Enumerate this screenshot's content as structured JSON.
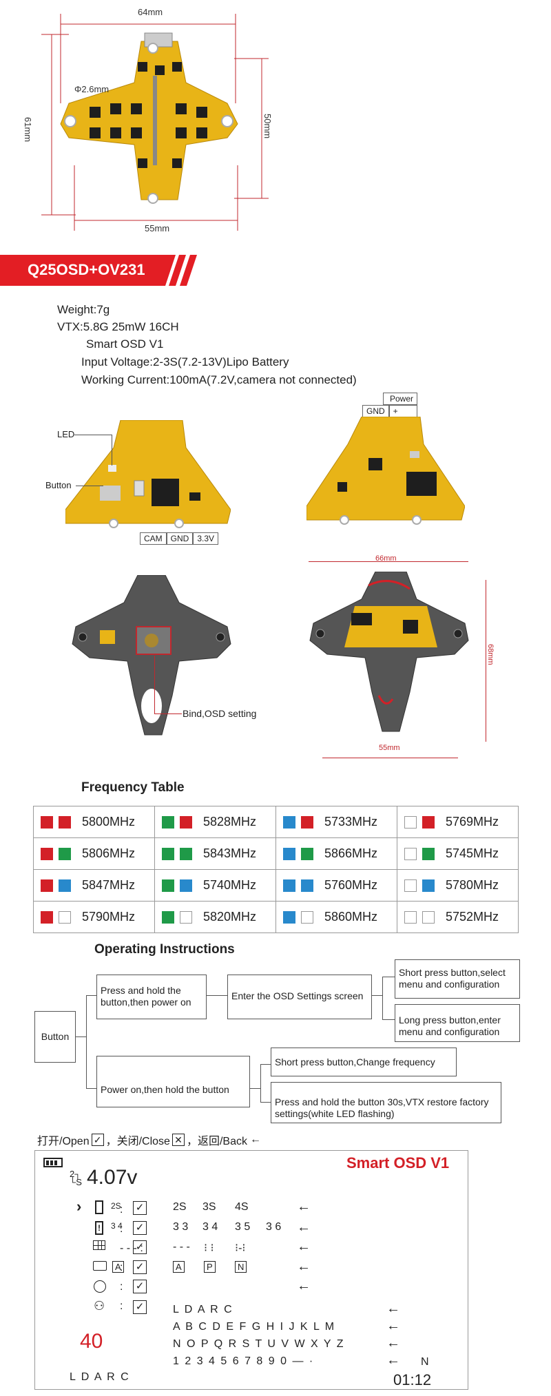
{
  "dimensions_top": {
    "width": "64mm",
    "hole": "Φ2.6mm",
    "height_left": "61mm",
    "height_right": "50mm",
    "bottom": "55mm"
  },
  "banner": {
    "title": "Q25OSD+OV231",
    "color": "#e31e24"
  },
  "specs": {
    "weight": "Weight:7g",
    "vtx": "VTX:5.8G 25mW 16CH",
    "osd": "Smart OSD V1",
    "voltage": "Input Voltage:2-3S(7.2-13V)Lipo Battery",
    "current": "Working Current:100mA(7.2V,camera not connected)"
  },
  "board_labels": {
    "led": "LED",
    "button": "Button",
    "cam": "CAM",
    "gnd": "GND",
    "v33": "3.3V",
    "power": "Power",
    "power_gnd": "GND",
    "power_plus": "+"
  },
  "frame_labels": {
    "bind": "Bind,OSD setting",
    "width": "66mm",
    "height": "68mm",
    "bottom": "55mm"
  },
  "frequency": {
    "title": "Frequency Table",
    "rows": [
      [
        {
          "c": [
            "r",
            "r"
          ],
          "f": "5800MHz"
        },
        {
          "c": [
            "g",
            "r"
          ],
          "f": "5828MHz"
        },
        {
          "c": [
            "b",
            "r"
          ],
          "f": "5733MHz"
        },
        {
          "c": [
            "w",
            "r"
          ],
          "f": "5769MHz"
        }
      ],
      [
        {
          "c": [
            "r",
            "g"
          ],
          "f": "5806MHz"
        },
        {
          "c": [
            "g",
            "g"
          ],
          "f": "5843MHz"
        },
        {
          "c": [
            "b",
            "g"
          ],
          "f": "5866MHz"
        },
        {
          "c": [
            "w",
            "g"
          ],
          "f": "5745MHz"
        }
      ],
      [
        {
          "c": [
            "r",
            "b"
          ],
          "f": "5847MHz"
        },
        {
          "c": [
            "g",
            "b"
          ],
          "f": "5740MHz"
        },
        {
          "c": [
            "b",
            "b"
          ],
          "f": "5760MHz"
        },
        {
          "c": [
            "w",
            "b"
          ],
          "f": "5780MHz"
        }
      ],
      [
        {
          "c": [
            "r",
            "w"
          ],
          "f": "5790MHz"
        },
        {
          "c": [
            "g",
            "w"
          ],
          "f": "5820MHz"
        },
        {
          "c": [
            "b",
            "w"
          ],
          "f": "5860MHz"
        },
        {
          "c": [
            "w",
            "w"
          ],
          "f": "5752MHz"
        }
      ]
    ]
  },
  "instructions": {
    "title": "Operating Instructions",
    "button": "Button",
    "hold_power": "Press and hold the button,then power on",
    "enter_osd": "Enter the OSD Settings screen",
    "short_select": "Short press button,select menu and configuration",
    "long_enter": "Long press button,enter menu and configuration",
    "power_hold": "Power on,then hold the button",
    "short_freq": "Short press button,Change frequency",
    "factory": "Press and hold the button 30s,VTX restore factory settings(white LED flashing)"
  },
  "legend": {
    "open": "打开/Open",
    "close": "，关闭/Close",
    "back": "，返回/Back"
  },
  "osd": {
    "title": "Smart OSD V1",
    "voltage": "4.07v",
    "rssi": "40",
    "name": "L D A R C",
    "time": "01:12",
    "mode": "N",
    "row1": [
      "2S",
      "2S",
      "3S",
      "4S"
    ],
    "row2": [
      "3 4",
      "3 3",
      "3 4",
      "3 5",
      "3 6"
    ],
    "row3": [
      "- - -",
      "- - -"
    ],
    "row4": [
      "A",
      "A",
      "P",
      "N"
    ],
    "keyboard": [
      "L D A R C",
      "A B C D E F G H I J K L M",
      "N O P Q R S T U V W X Y Z",
      "1 2 3 4 5 6 7 8 9 0 — ·"
    ]
  }
}
